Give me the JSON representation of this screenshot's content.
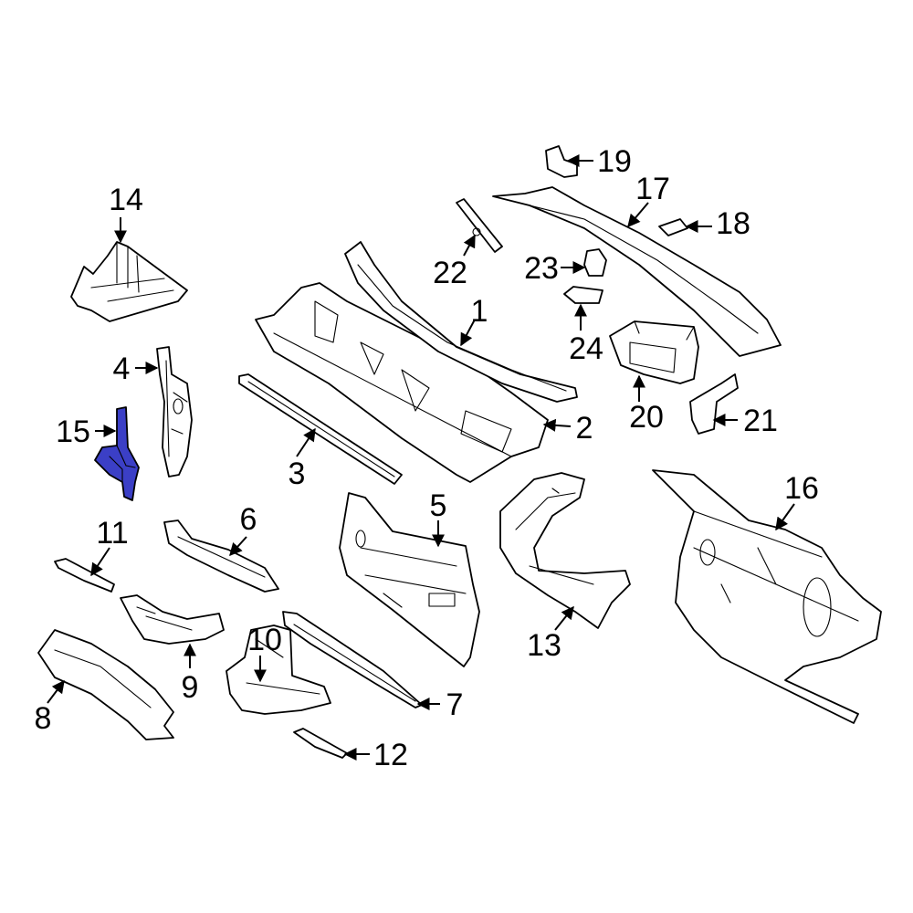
{
  "colors": {
    "line": "#000000",
    "background": "#ffffff",
    "highlight": "#3b3fc6"
  },
  "callouts": [
    {
      "id": "1",
      "label": "1"
    },
    {
      "id": "2",
      "label": "2"
    },
    {
      "id": "3",
      "label": "3"
    },
    {
      "id": "4",
      "label": "4"
    },
    {
      "id": "5",
      "label": "5"
    },
    {
      "id": "6",
      "label": "6"
    },
    {
      "id": "7",
      "label": "7"
    },
    {
      "id": "8",
      "label": "8"
    },
    {
      "id": "9",
      "label": "9"
    },
    {
      "id": "10",
      "label": "10"
    },
    {
      "id": "11",
      "label": "11"
    },
    {
      "id": "12",
      "label": "12"
    },
    {
      "id": "13",
      "label": "13"
    },
    {
      "id": "14",
      "label": "14"
    },
    {
      "id": "15",
      "label": "15",
      "highlighted": true
    },
    {
      "id": "16",
      "label": "16"
    },
    {
      "id": "17",
      "label": "17"
    },
    {
      "id": "18",
      "label": "18"
    },
    {
      "id": "19",
      "label": "19"
    },
    {
      "id": "20",
      "label": "20"
    },
    {
      "id": "21",
      "label": "21"
    },
    {
      "id": "22",
      "label": "22"
    },
    {
      "id": "23",
      "label": "23"
    },
    {
      "id": "24",
      "label": "24"
    }
  ]
}
